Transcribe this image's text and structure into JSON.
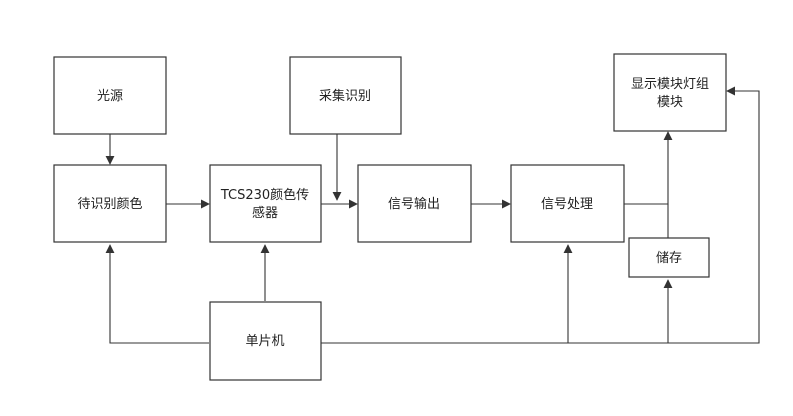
{
  "nodes": {
    "light_source": {
      "label": "光源"
    },
    "target_color": {
      "label": "待识别颜色"
    },
    "sensor": {
      "label_line1": "TCS230颜色传",
      "label_line2": "感器"
    },
    "acquire": {
      "label": "采集识别"
    },
    "signal_output": {
      "label": "信号输出"
    },
    "signal_process": {
      "label": "信号处理"
    },
    "display": {
      "label_line1": "显示模块灯组",
      "label_line2": "模块"
    },
    "storage": {
      "label": "储存"
    },
    "mcu": {
      "label": "单片机"
    }
  },
  "colors": {
    "stroke": "#333333",
    "text": "#222222",
    "background": "#ffffff"
  }
}
